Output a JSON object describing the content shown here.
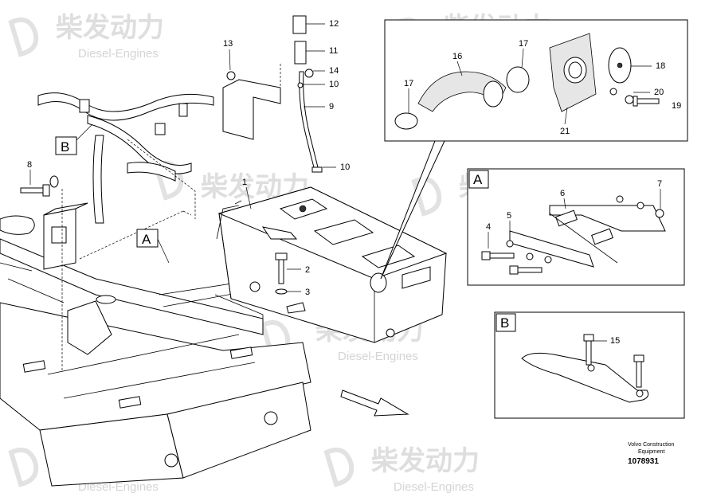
{
  "watermark": {
    "brand_cn": "柴发动力",
    "brand_en": "Diesel-Engines"
  },
  "callouts": {
    "c1": "1",
    "c2": "2",
    "c3": "3",
    "c4": "4",
    "c5": "5",
    "c6": "6",
    "c7": "7",
    "c8": "8",
    "c9": "9",
    "c10a": "10",
    "c10b": "10",
    "c11": "11",
    "c12": "12",
    "c13": "13",
    "c14": "14",
    "c15": "15",
    "c16": "16",
    "c17a": "17",
    "c17b": "17",
    "c18": "18",
    "c19": "19",
    "c20": "20",
    "c21": "21"
  },
  "view_labels": {
    "a_main": "A",
    "b_main": "B",
    "a_box": "A",
    "b_box": "B"
  },
  "credit": {
    "line1": "Volvo Construction",
    "line2": "Equipment",
    "doc_number": "1078931"
  }
}
